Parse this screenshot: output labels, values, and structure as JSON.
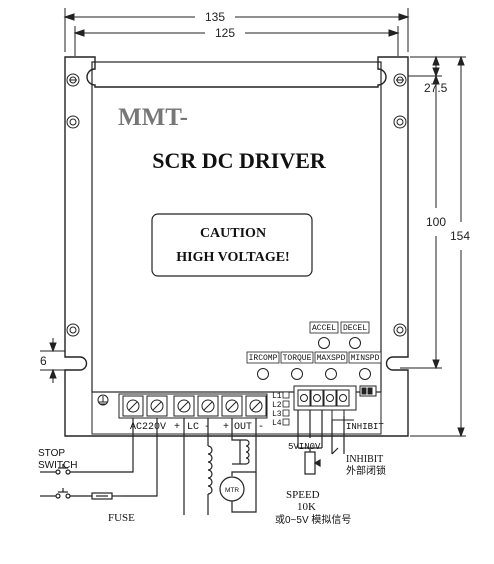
{
  "dimensions": {
    "overall_width": "135",
    "hole_spacing_width": "125",
    "top_offset": "27.5",
    "hole_spacing_height": "100",
    "overall_height": "154",
    "slot_width": "6"
  },
  "board": {
    "brand": "MMT-",
    "title": "SCR DC DRIVER"
  },
  "caution": {
    "line1": "CAUTION",
    "line2": "HIGH VOLTAGE!"
  },
  "pots": {
    "accel": "ACCEL",
    "decel": "DECEL",
    "ircomp": "IRCOMP",
    "torque": "TORQUE",
    "maxspd": "MAXSPD",
    "minspd": "MINSPD"
  },
  "terminals": {
    "ac_label": "AC220V",
    "plus1": "+",
    "lc": "LC",
    "minus1": "-",
    "plus2": "+",
    "out": "OUT",
    "minus2": "-",
    "leds": [
      "L1",
      "L2",
      "L3",
      "L4"
    ],
    "signal_label": "INHIBIT"
  },
  "wiring": {
    "stop_line1": "STOP",
    "stop_line2": "SWITCH",
    "fuse": "FUSE",
    "motor": "MTR",
    "speed_pins": "5VIN0V",
    "speed_line1": "SPEED",
    "speed_line2": "10K",
    "speed_line3": "或0~5V 模拟信号",
    "inhibit_line1": "INHIBIT",
    "inhibit_line2": "外部闭锁"
  }
}
